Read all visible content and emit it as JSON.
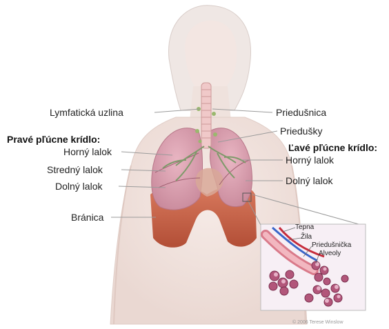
{
  "labels": {
    "lymph_node": "Lymfatická uzlina",
    "trachea": "Priedušnica",
    "bronchi": "Priedušky",
    "right_lung_heading": "Pravé pľúcne krídlo:",
    "right_upper_lobe": "Horný lalok",
    "right_middle_lobe": "Stredný lalok",
    "right_lower_lobe": "Dolný lalok",
    "diaphragm": "Bránica",
    "left_lung_heading": "Ľavé pľúcne krídlo:",
    "left_upper_lobe": "Horný lalok",
    "left_lower_lobe": "Dolný lalok"
  },
  "inset": {
    "artery": "Tepna",
    "vein": "Žila",
    "bronchiole": "Priedušnička",
    "alveoli": "Alveoly",
    "copyright": "© 2006 Terese Winslow"
  }
}
